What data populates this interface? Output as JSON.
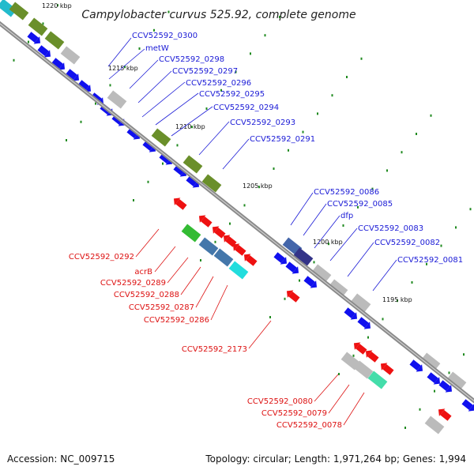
{
  "title": "Campylobacter curvus 525.92, complete genome",
  "footer": {
    "accession": "Accession: NC_009715",
    "stats": "Topology: circular; Length: 1,971,264 bp; Genes: 1,994"
  },
  "colors": {
    "backbone": "#8a8a8a",
    "forward_label": "#1a1ad6",
    "reverse_label": "#dd1111",
    "tick": "#1f8a1f"
  },
  "ticks": [
    "1220 kbp",
    "1215 kbp",
    "1210 kbp",
    "1205 kbp",
    "1200 kbp",
    "1195 kbp"
  ],
  "forward_labels": [
    "CCV52592_0300",
    "metW",
    "CCV52592_0298",
    "CCV52592_0297",
    "CCV52592_0296",
    "CCV52592_0295",
    "CCV52592_0294",
    "CCV52592_0293",
    "CCV52592_0291",
    "CCV52592_0086",
    "CCV52592_0085",
    "dfp",
    "CCV52592_0083",
    "CCV52592_0082",
    "CCV52592_0081"
  ],
  "reverse_labels": [
    "CCV52592_0292",
    "acrB",
    "CCV52592_0289",
    "CCV52592_0288",
    "CCV52592_0287",
    "CCV52592_0286",
    "CCV52592_2173",
    "CCV52592_0080",
    "CCV52592_0079",
    "CCV52592_0078"
  ]
}
